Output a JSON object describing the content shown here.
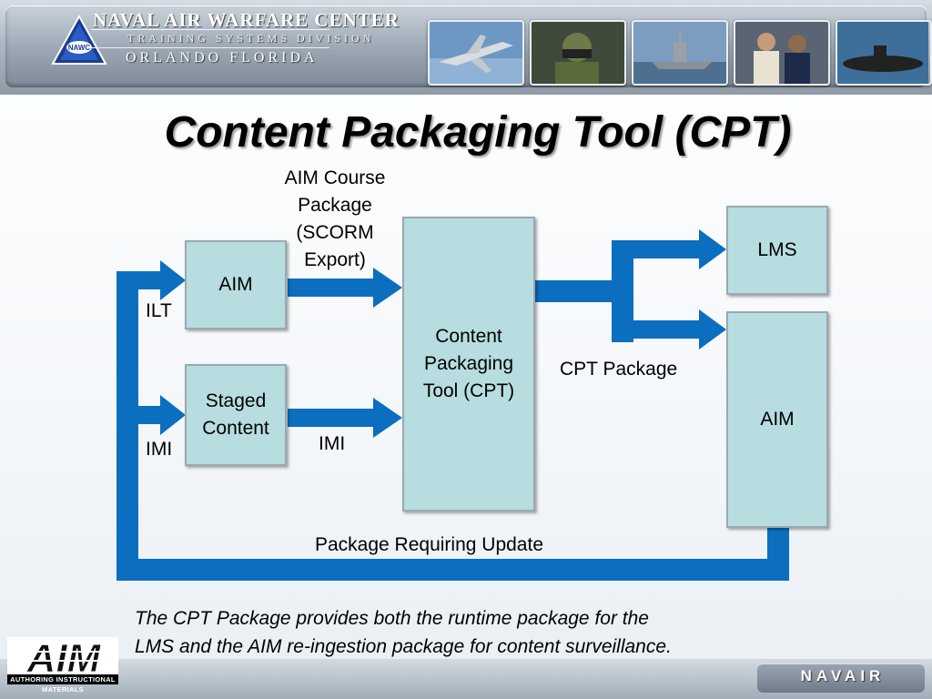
{
  "header": {
    "org_name": "NAVAL AIR WARFARE CENTER",
    "division": "TRAINING SYSTEMS DIVISION",
    "location": "ORLANDO FLORIDA",
    "logo_text": "NAWC"
  },
  "slide": {
    "title": "Content Packaging Tool (CPT)"
  },
  "diagram": {
    "nodes": {
      "aim_source": "AIM",
      "staged_content": "Staged Content",
      "cpt": "Content Packaging Tool (CPT)",
      "lms": "LMS",
      "aim_target": "AIM"
    },
    "edge_labels": {
      "aim_course_package": "AIM Course Package (SCORM Export)",
      "imi_to_cpt": "IMI",
      "cpt_package": "CPT Package",
      "package_requiring_update": "Package Requiring Update",
      "ilt": "ILT",
      "imi_feedback": "IMI"
    },
    "arrow_color": "#0b6ebf",
    "box_fill": "#b7dde0"
  },
  "caption": {
    "line1": "The CPT Package provides both the runtime package for the",
    "line2": "LMS and the AIM re-ingestion package for content surveillance."
  },
  "footer": {
    "aim_logo": "AIM",
    "aim_logo_subtitle": "AUTHORING INSTRUCTIONAL MATERIALS",
    "navair": "NAVAIR"
  }
}
